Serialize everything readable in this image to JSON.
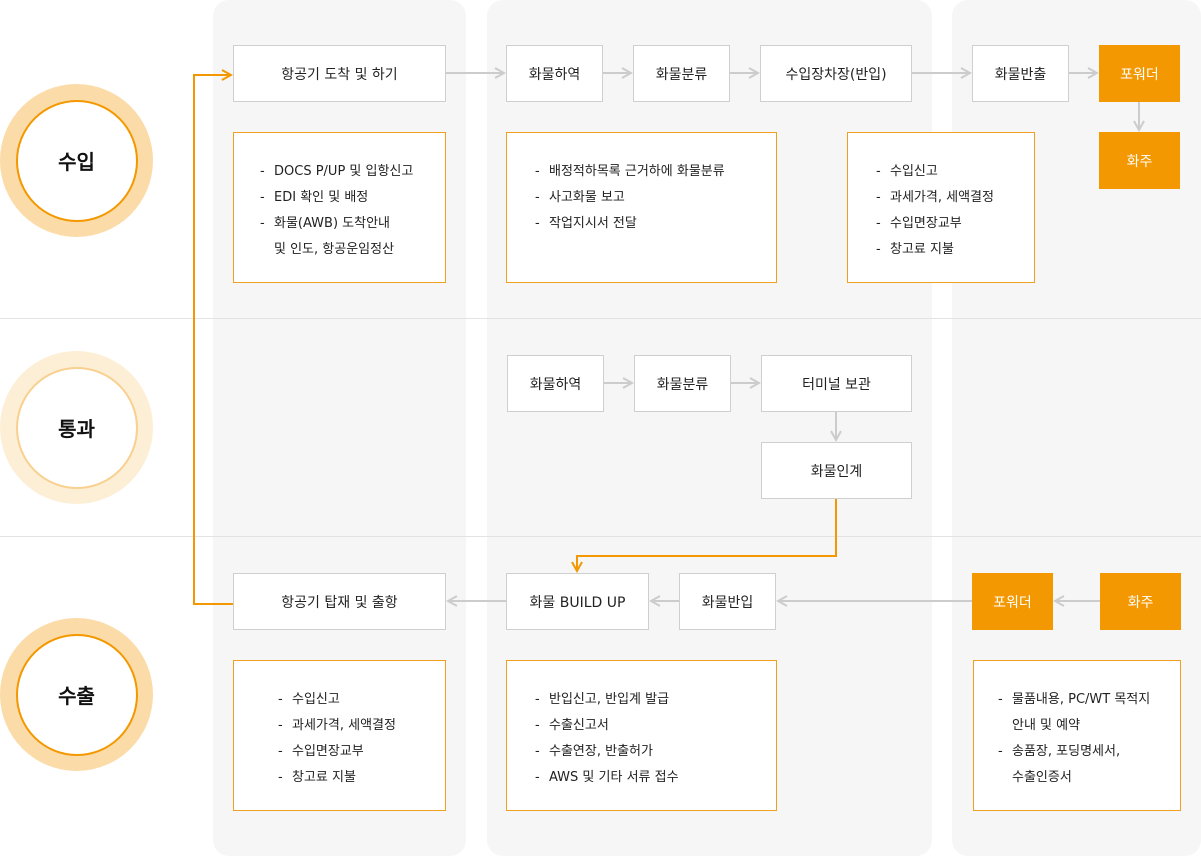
{
  "sections": {
    "import": "수입",
    "transit": "통과",
    "export": "수출"
  },
  "import_flow": {
    "aircraft_arrival": "항공기 도착 및 하기",
    "unloading": "화물하역",
    "sorting": "화물분류",
    "bonded_storage": "수입장차장(반입)",
    "release": "화물반출",
    "forwarder": "포워더",
    "shipper": "화주",
    "notes_aircraft": [
      "DOCS P/UP 및 입항신고",
      "EDI 확인 및 배정",
      "화물(AWB) 도착안내",
      "및 인도, 항공운임정산"
    ],
    "notes_sorting": [
      "배정적하목록 근거하에 화물분류",
      "사고화물 보고",
      "작업지시서 전달"
    ],
    "notes_storage": [
      "수입신고",
      "과세가격, 세액결정",
      "수입면장교부",
      "창고료 지불"
    ]
  },
  "transit_flow": {
    "unloading": "화물하역",
    "sorting": "화물분류",
    "terminal_storage": "터미널 보관",
    "handover": "화물인계"
  },
  "export_flow": {
    "aircraft_departure": "항공기 탑재 및 출항",
    "build_up": "화물 BUILD UP",
    "intake": "화물반입",
    "forwarder": "포워더",
    "shipper": "화주",
    "notes_aircraft": [
      "수입신고",
      "과세가격, 세액결정",
      "수입면장교부",
      "창고료 지불"
    ],
    "notes_buildup": [
      "반입신고, 반입계 발급",
      "수출신고서",
      "수출연장, 반출허가",
      "AWS 및 기타 서류 접수"
    ],
    "notes_shipper": [
      "물품내용, PC/WT 목적지",
      "안내 및 예약",
      "송품장, 포딩명세서,",
      "수출인증서"
    ]
  },
  "colors": {
    "accent": "#f39800",
    "note_border": "#f0a020",
    "connector": "#cccccc",
    "column_bg": "#f6f6f6"
  }
}
